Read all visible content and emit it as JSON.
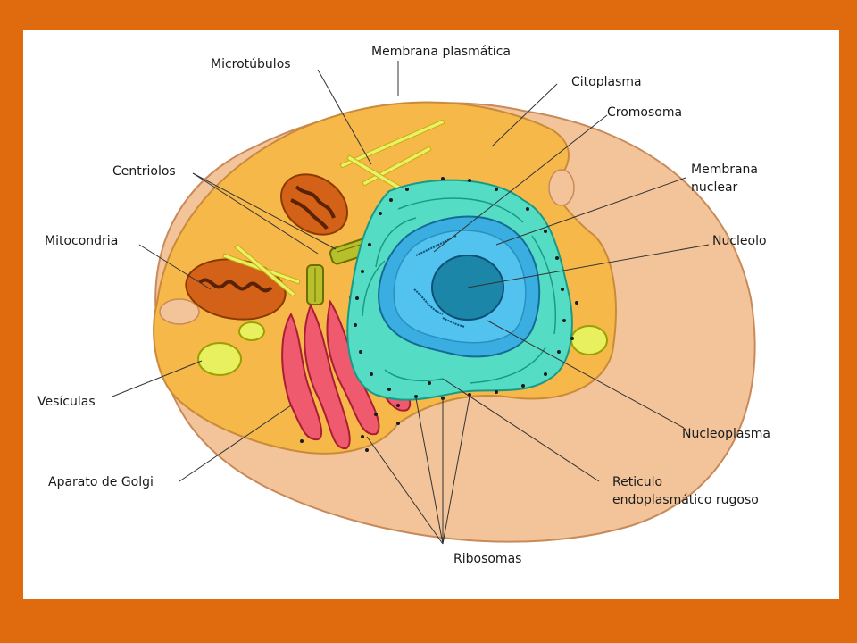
{
  "colors": {
    "frame": "#e06a0e",
    "membrane_outer": "#f3c49a",
    "cytoplasm": "#f7b84a",
    "nucleus": "#3aaee0",
    "nucleoplasm": "#52c3ef",
    "nucleolus": "#1c86a8",
    "rer": "#55dcc4",
    "golgi": "#ef5a6e",
    "mitochondria": "#d46118",
    "vesicle": "#e8f060",
    "microtubule": "#e8f070"
  },
  "labels": {
    "membrana_plasmatica": "Membrana plasmática",
    "microtubulos": "Microtúbulos",
    "citoplasma": "Citoplasma",
    "cromosoma": "Cromosoma",
    "membrana_nuclear_1": "Membrana",
    "membrana_nuclear_2": "nuclear",
    "centriolos": "Centriolos",
    "nucleolo": "Nucleolo",
    "mitocondria": "Mitocondria",
    "vesiculas": "Vesículas",
    "nucleoplasma": "Nucleoplasma",
    "aparato_golgi": "Aparato de Golgi",
    "reticulo_1": "Reticulo",
    "reticulo_2": "endoplasmático rugoso",
    "ribosomas": "Ribosomas"
  }
}
